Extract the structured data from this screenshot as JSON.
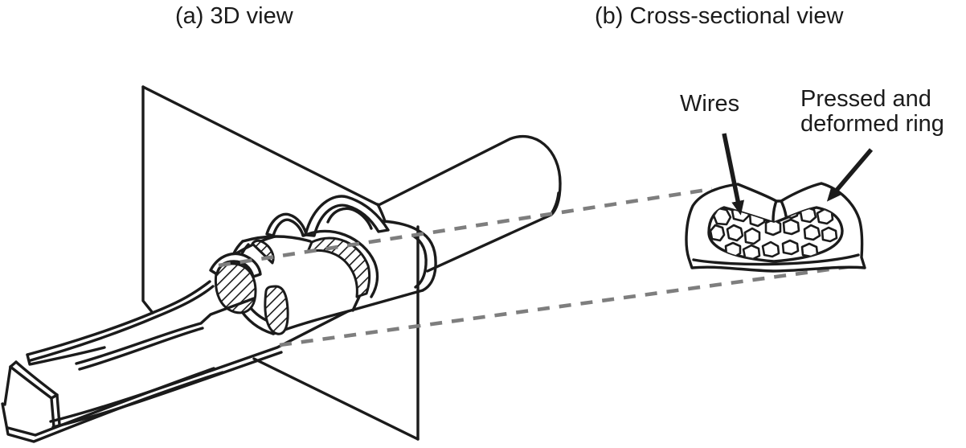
{
  "figure": {
    "background_color": "#ffffff",
    "line_color": "#1b1b1b",
    "dash_color": "#7e7e7e",
    "panels": {
      "a": {
        "title": "(a) 3D view"
      },
      "b": {
        "title": "(b) Cross-sectional view",
        "labels": {
          "wires": "Wires",
          "ring": "Pressed and deformed ring"
        }
      }
    }
  }
}
